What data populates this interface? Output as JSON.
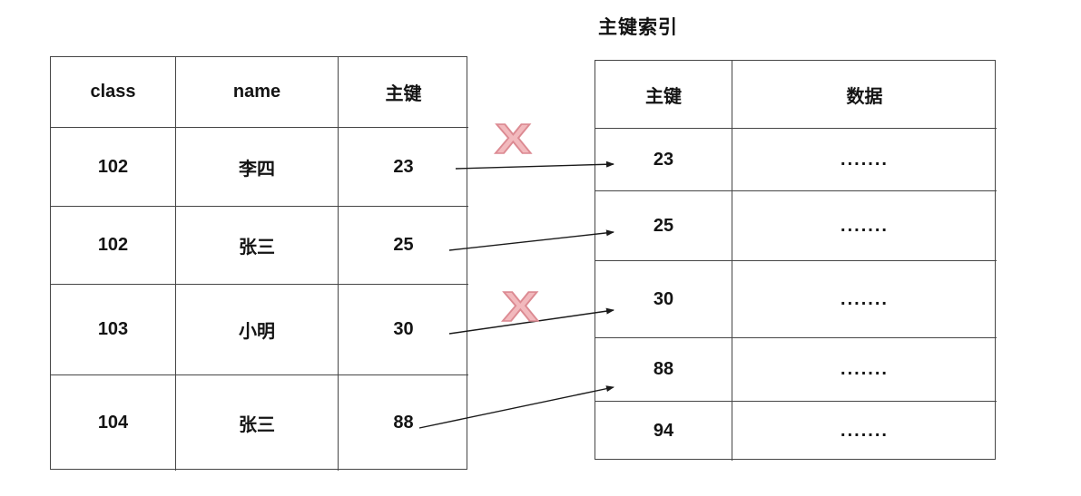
{
  "title": "主键索引",
  "left_table": {
    "headers": [
      "class",
      "name",
      "主键"
    ],
    "rows": [
      [
        "102",
        "李四",
        "23"
      ],
      [
        "102",
        "张三",
        "25"
      ],
      [
        "103",
        "小明",
        "30"
      ],
      [
        "104",
        "张三",
        "88"
      ]
    ]
  },
  "right_table": {
    "headers": [
      "主键",
      "数据"
    ],
    "rows": [
      [
        "23",
        "......."
      ],
      [
        "25",
        "......."
      ],
      [
        "30",
        "......."
      ],
      [
        "88",
        "......."
      ],
      [
        "94",
        "......."
      ]
    ]
  },
  "annotations": {
    "cross_symbol": "X",
    "cross_fill": "#f2b9bd",
    "cross_outline": "#dc8a92",
    "arrow_color": "#1a1a1a",
    "border_color": "#464646",
    "links": [
      {
        "from": "23",
        "to": "23",
        "crossed": true
      },
      {
        "from": "25",
        "to": "25",
        "crossed": false
      },
      {
        "from": "30",
        "to": "30",
        "crossed": true
      },
      {
        "from": "88",
        "to": "88",
        "crossed": false
      }
    ]
  }
}
